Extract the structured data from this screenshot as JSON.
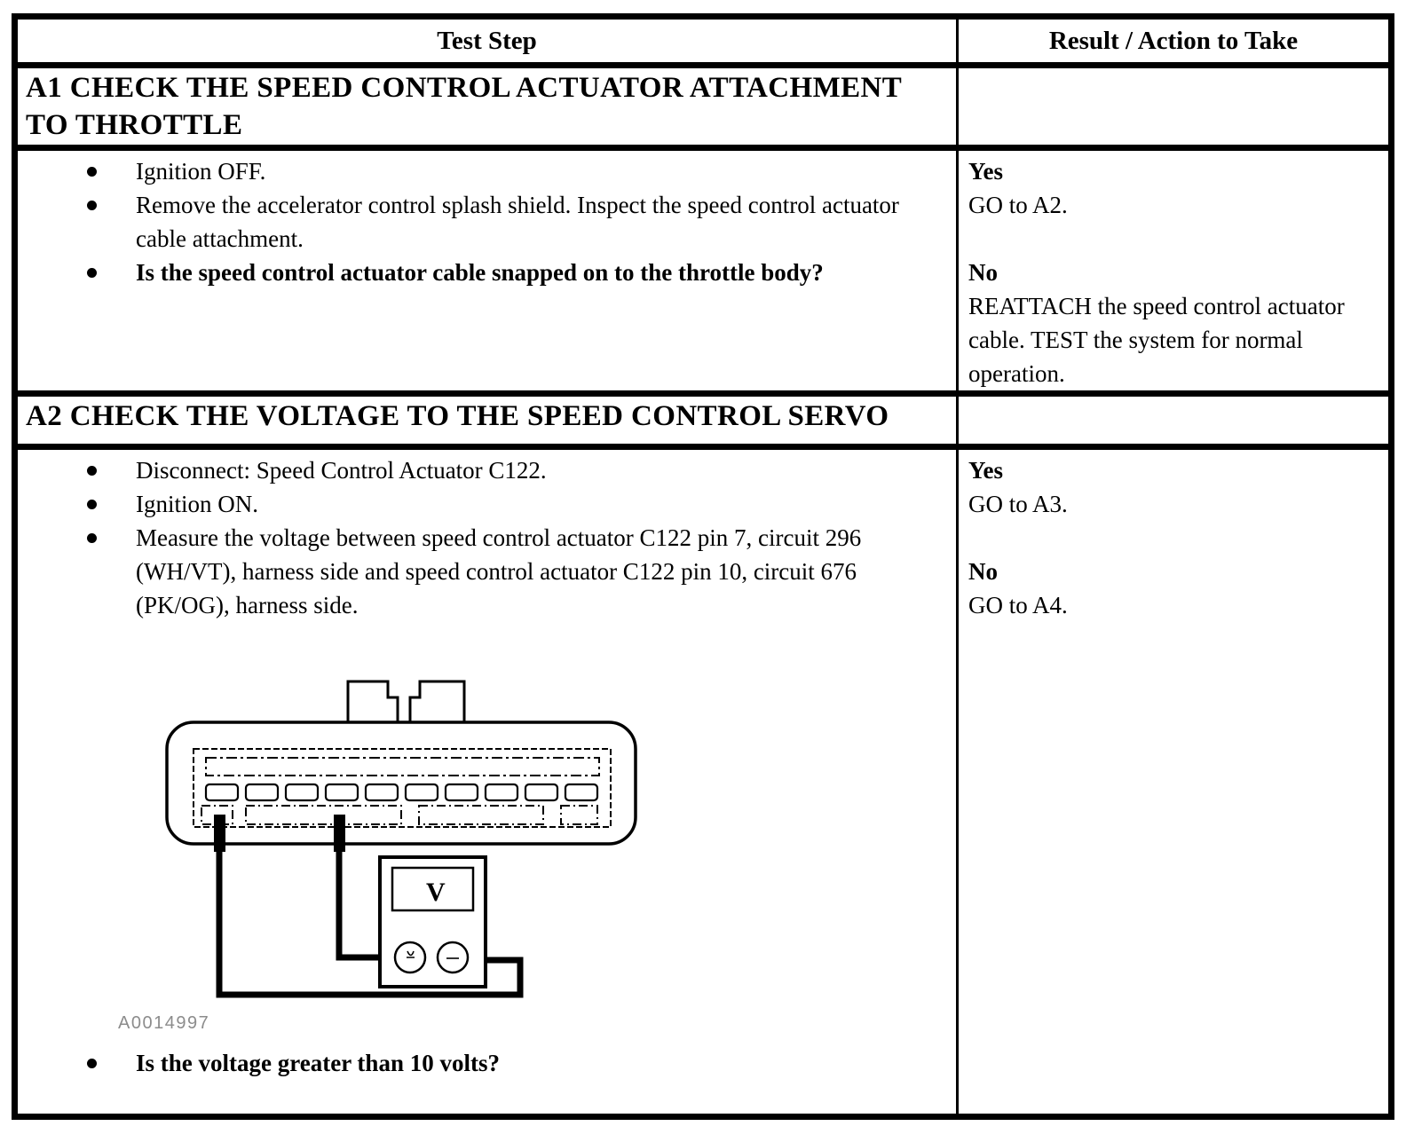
{
  "header": {
    "test_step": "Test Step",
    "result_action": "Result / Action to Take"
  },
  "steps": [
    {
      "title": "A1 CHECK THE SPEED CONTROL ACTUATOR ATTACHMENT TO THROTTLE",
      "bullets": [
        "Ignition OFF.",
        "Remove the accelerator control splash shield. Inspect the speed control actuator cable attachment."
      ],
      "question": "Is the speed control actuator cable snapped on to the throttle body?",
      "results": [
        {
          "answer": "Yes",
          "action": "GO to A2."
        },
        {
          "answer": "No",
          "action": "REATTACH the speed control actuator cable. TEST the system for normal operation."
        }
      ]
    },
    {
      "title": "A2 CHECK THE VOLTAGE TO THE SPEED CONTROL SERVO",
      "bullets": [
        "Disconnect: Speed Control Actuator C122.",
        "Ignition ON.",
        "Measure the voltage between speed control actuator C122 pin 7, circuit 296 (WH/VT), harness side and speed control actuator C122 pin 10, circuit 676 (PK/OG), harness side."
      ],
      "figure_label": "A0014997",
      "meter_label": "V",
      "question": "Is the voltage greater than 10 volts?",
      "results": [
        {
          "answer": "Yes",
          "action": "GO to A3."
        },
        {
          "answer": "No",
          "action": "GO to A4."
        }
      ]
    }
  ]
}
